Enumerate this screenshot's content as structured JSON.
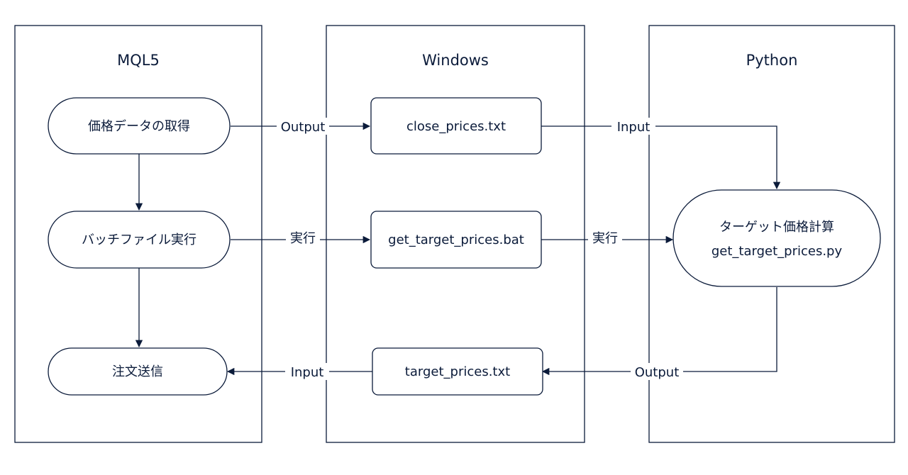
{
  "lanes": [
    {
      "id": "mql5",
      "title": "MQL5"
    },
    {
      "id": "windows",
      "title": "Windows"
    },
    {
      "id": "python",
      "title": "Python"
    }
  ],
  "nodes": {
    "get_price_data": "価格データの取得",
    "run_batch": "バッチファイル実行",
    "send_order": "注文送信",
    "close_prices_file": "close_prices.txt",
    "get_target_prices_bat": "get_target_prices.bat",
    "target_prices_file": "target_prices.txt",
    "target_price_calc_line1": "ターゲット価格計算",
    "target_price_calc_line2": "get_target_prices.py"
  },
  "edges": [
    {
      "from": "get_price_data",
      "to": "close_prices_file",
      "label": "Output"
    },
    {
      "from": "close_prices_file",
      "to": "target_price_calc",
      "label": "Input"
    },
    {
      "from": "run_batch",
      "to": "get_target_prices_bat",
      "label": "実行"
    },
    {
      "from": "get_target_prices_bat",
      "to": "target_price_calc",
      "label": "実行"
    },
    {
      "from": "target_price_calc",
      "to": "target_prices_file",
      "label": "Output"
    },
    {
      "from": "target_prices_file",
      "to": "send_order",
      "label": "Input"
    },
    {
      "from": "get_price_data",
      "to": "run_batch",
      "label": ""
    },
    {
      "from": "run_batch",
      "to": "send_order",
      "label": ""
    }
  ],
  "colors": {
    "stroke": "#0b1b3a",
    "background": "#ffffff"
  }
}
